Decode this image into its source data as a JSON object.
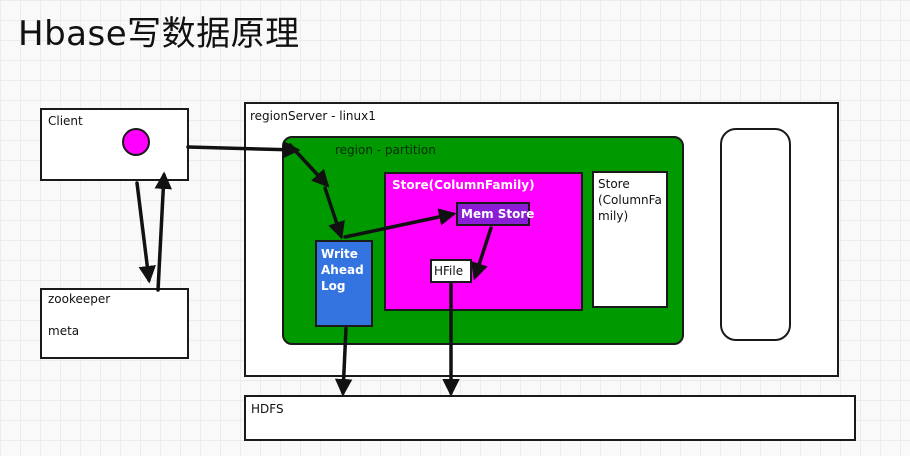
{
  "title": "Hbase写数据原理",
  "client": {
    "label": "Client"
  },
  "zookeeper": {
    "label": "zookeeper",
    "meta": "meta"
  },
  "region_server": {
    "label": "regionServer - linux1"
  },
  "region": {
    "label": "region - partition"
  },
  "store_main": {
    "label": "Store(ColumnFamily)"
  },
  "store_side": {
    "label": "Store\n(ColumnFa\nmily)"
  },
  "mem_store": {
    "label": "Mem Store"
  },
  "hfile": {
    "label": "HFile"
  },
  "wal": {
    "label": "Write\nAhead\nLog"
  },
  "hdfs": {
    "label": "HDFS"
  },
  "colors": {
    "region_green": "#009a00",
    "store_magenta": "#ff00ff",
    "memstore_purple": "#8a1ed6",
    "wal_blue": "#3474e0",
    "client_dot": "#ff00ff"
  }
}
